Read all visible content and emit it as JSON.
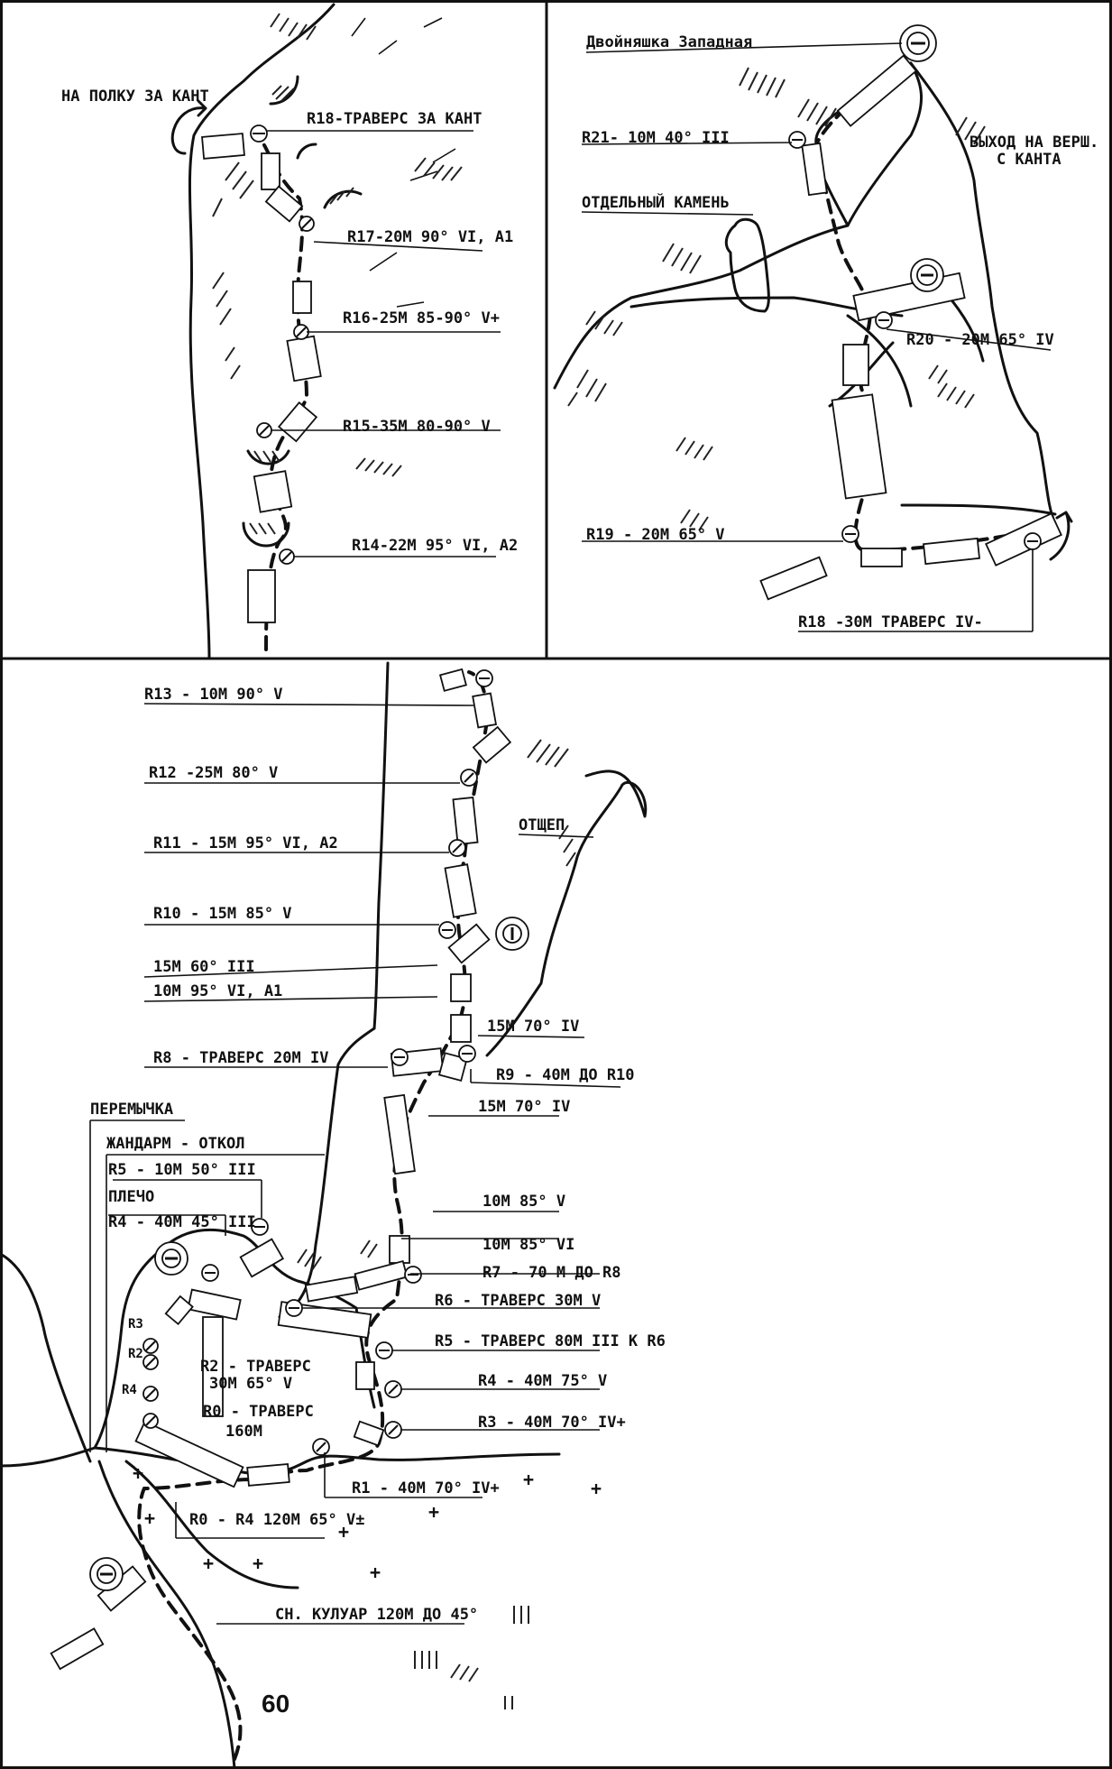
{
  "page_number": "60",
  "panel_top_left": {
    "labels": {
      "onto_ledge": "НА ПОЛКУ ЗА КАНТ",
      "r18": "R18-ТРАВЕРС ЗА КАНТ",
      "r17": "R17-20М 90° VI, A1",
      "r16": "R16-25М 85-90° V+",
      "r15": "R15-35М 80-90° V",
      "r14": "R14-22М 95° VI, A2"
    }
  },
  "panel_top_right": {
    "labels": {
      "summit_name": "Двойняшка Западная",
      "exit": "ВЫХОД НА ВЕРШ.",
      "exit2": "С КАНТА",
      "r21": "R21- 10М 40° III",
      "separate_stone": "ОТДЕЛЬНЫЙ КАМЕНЬ",
      "r20": "R20 - 20М 65° IV",
      "r19": "R19 - 20М 65° V",
      "r18": "R18 -30М ТРАВЕРС IV-"
    }
  },
  "panel_bottom": {
    "labels": {
      "r13": "R13 - 10М 90° V",
      "r12": "R12 -25М 80° V",
      "r11": "R11 - 15М 95° VI, A2",
      "flake": "ОТЩЕП",
      "r10": "R10 - 15М 85° V",
      "p15m60": "15М 60° III",
      "p10m95": "10М 95° VI, A1",
      "p15m70a": "15М 70° IV",
      "r8": "R8 - ТРАВЕРС 20М IV",
      "r9": "R9 - 40М ДО R10",
      "p15m70b": "15М 70° IV",
      "saddle": "ПЕРЕМЫЧКА",
      "gendarme": "ЖАНДАРМ - ОТКОЛ",
      "r5a": "R5 - 10М 50° III",
      "shoulder": "ПЛЕЧО",
      "r4a": "R4 - 40М 45° III",
      "p10m85v": "10М 85° V",
      "p10m85vi": "10М 85° VI",
      "r7": "R7 - 70 М ДО R8",
      "r6": "R6 - ТРАВЕРС 30М V",
      "r5b": "R5 - ТРАВЕРС 80М III К R6",
      "r2": "R2 - ТРАВЕРС",
      "r2b": "30М 65° V",
      "r4b": "R4 - 40М 75° V",
      "r0": "R0 - ТРАВЕРС",
      "r0b": "160М",
      "r3": "R3 - 40М 70° IV+",
      "r1": "R1 - 40М 70° IV+",
      "r0r4": "R0 - R4 120М 65° V±",
      "couloir": "СН. КУЛУАР 120М ДО 45°",
      "m_r3": "R3",
      "m_r2": "R2",
      "m_r4": "R4"
    }
  }
}
